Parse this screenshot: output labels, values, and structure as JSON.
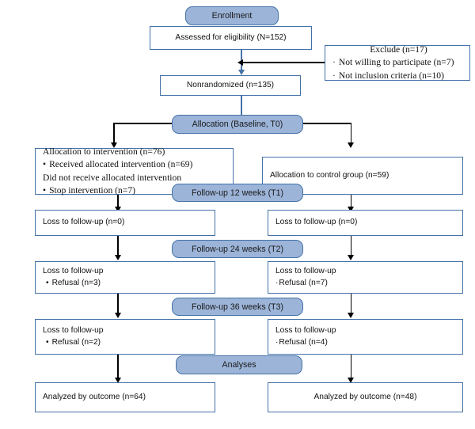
{
  "diagram": {
    "title": "CONSORT participant flow diagram",
    "colors": {
      "banner_fill": "#9cb4d8",
      "border": "#4472a8",
      "connector": "#000000",
      "connector_blue": "#4472a8",
      "background": "#ffffff"
    }
  },
  "stages": {
    "enrollment": "Enrollment",
    "allocation": "Allocation (Baseline, T0)",
    "followup_t1": "Follow-up 12 weeks (T1)",
    "followup_t2": "Follow-up 24 weeks (T2)",
    "followup_t3": "Follow-up 36 weeks (T3)",
    "analyses": "Analyses"
  },
  "enrollment": {
    "assessed": "Assessed for eligibility (N=152)",
    "nonrandomized": "Nonrandomized (n=135)",
    "excluded": {
      "heading": "Exclude (n=17)",
      "reasons": [
        "Not willing to participate (n=7)",
        "Not inclusion criteria (n=10)"
      ]
    }
  },
  "allocation": {
    "intervention": {
      "line1": "Allocation to intervention (n=76)",
      "line2": "Received allocated intervention (n=69)",
      "line3": "Did not receive allocated intervention",
      "line4": "Stop intervention (n=7)"
    },
    "control": {
      "line1": "Allocation to control group (n=59)"
    }
  },
  "followup": {
    "t1": {
      "intervention": {
        "line1": "Loss to follow-up (n=0)"
      },
      "control": {
        "line1": "Loss to follow-up (n=0)"
      }
    },
    "t2": {
      "intervention": {
        "line1": "Loss to follow-up",
        "line2": "Refusal (n=3)"
      },
      "control": {
        "line1": "Loss to follow-up",
        "line2": "Refusal (n=7)"
      }
    },
    "t3": {
      "intervention": {
        "line1": "Loss to follow-up",
        "line2": "Refusal (n=2)"
      },
      "control": {
        "line1": "Loss to follow-up",
        "line2": "Refusal (n=4)"
      }
    }
  },
  "analyses": {
    "intervention": "Analyzed by outcome (n=64)",
    "control": "Analyzed by outcome (n=48)"
  }
}
